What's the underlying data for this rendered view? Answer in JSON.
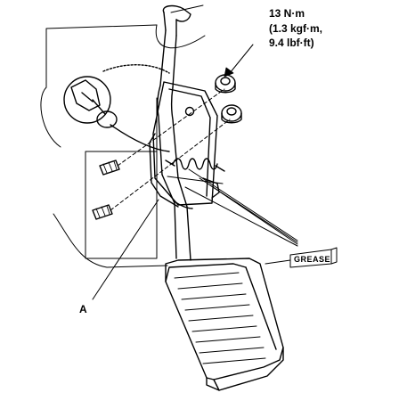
{
  "diagram": {
    "torque_spec": {
      "line_1": "13 N·m",
      "line_2": "(1.3 kgf·m,",
      "line_3": "9.4 lbf·ft)"
    },
    "callout_label": "A",
    "grease_label": "GREASE"
  }
}
